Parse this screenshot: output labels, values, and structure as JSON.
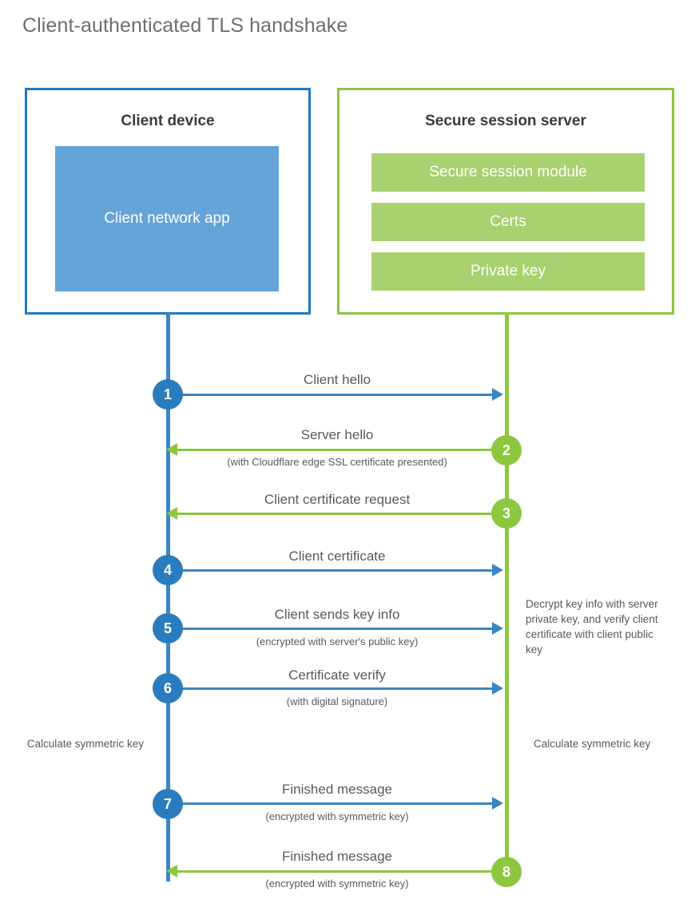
{
  "title": "Client-authenticated TLS handshake",
  "colors": {
    "client_border": "#2079c1",
    "client_line": "#3b86c3",
    "client_circle": "#2b7cbf",
    "client_block": "#65a4d8",
    "server_border": "#8dc63f",
    "server_line": "#8dc63f",
    "server_circle": "#8dc63f",
    "server_block": "#a9d170",
    "text": "#58595b",
    "title_text": "#6d6e71"
  },
  "actors": {
    "client": {
      "title": "Client device",
      "blocks": [
        {
          "label": "Client network app"
        }
      ]
    },
    "server": {
      "title": "Secure session server",
      "blocks": [
        {
          "label": "Secure session module"
        },
        {
          "label": "Certs"
        },
        {
          "label": "Private key"
        }
      ]
    }
  },
  "steps": [
    {
      "number": "1",
      "label": "Client hello",
      "sublabel": "",
      "direction": "client-to-server",
      "side": "client"
    },
    {
      "number": "2",
      "label": "Server hello",
      "sublabel": "(with Cloudflare edge SSL certificate presented)",
      "direction": "server-to-client",
      "side": "server"
    },
    {
      "number": "3",
      "label": "Client certificate request",
      "sublabel": "",
      "direction": "server-to-client",
      "side": "server"
    },
    {
      "number": "4",
      "label": "Client certificate",
      "sublabel": "",
      "direction": "client-to-server",
      "side": "client"
    },
    {
      "number": "5",
      "label": "Client sends key info",
      "sublabel": "(encrypted with server's public key)",
      "direction": "client-to-server",
      "side": "client"
    },
    {
      "number": "6",
      "label": "Certificate verify",
      "sublabel": "(with digital signature)",
      "direction": "client-to-server",
      "side": "client"
    },
    {
      "number": "7",
      "label": "Finished message",
      "sublabel": "(encrypted with symmetric key)",
      "direction": "client-to-server",
      "side": "client"
    },
    {
      "number": "8",
      "label": "Finished message",
      "sublabel": "(encrypted with symmetric key)",
      "direction": "server-to-client",
      "side": "server"
    }
  ],
  "notes": {
    "decrypt": "Decrypt key info with server private key, and verify client certificate with client public key",
    "calculate_client": "Calculate symmetric key",
    "calculate_server": "Calculate symmetric key"
  }
}
